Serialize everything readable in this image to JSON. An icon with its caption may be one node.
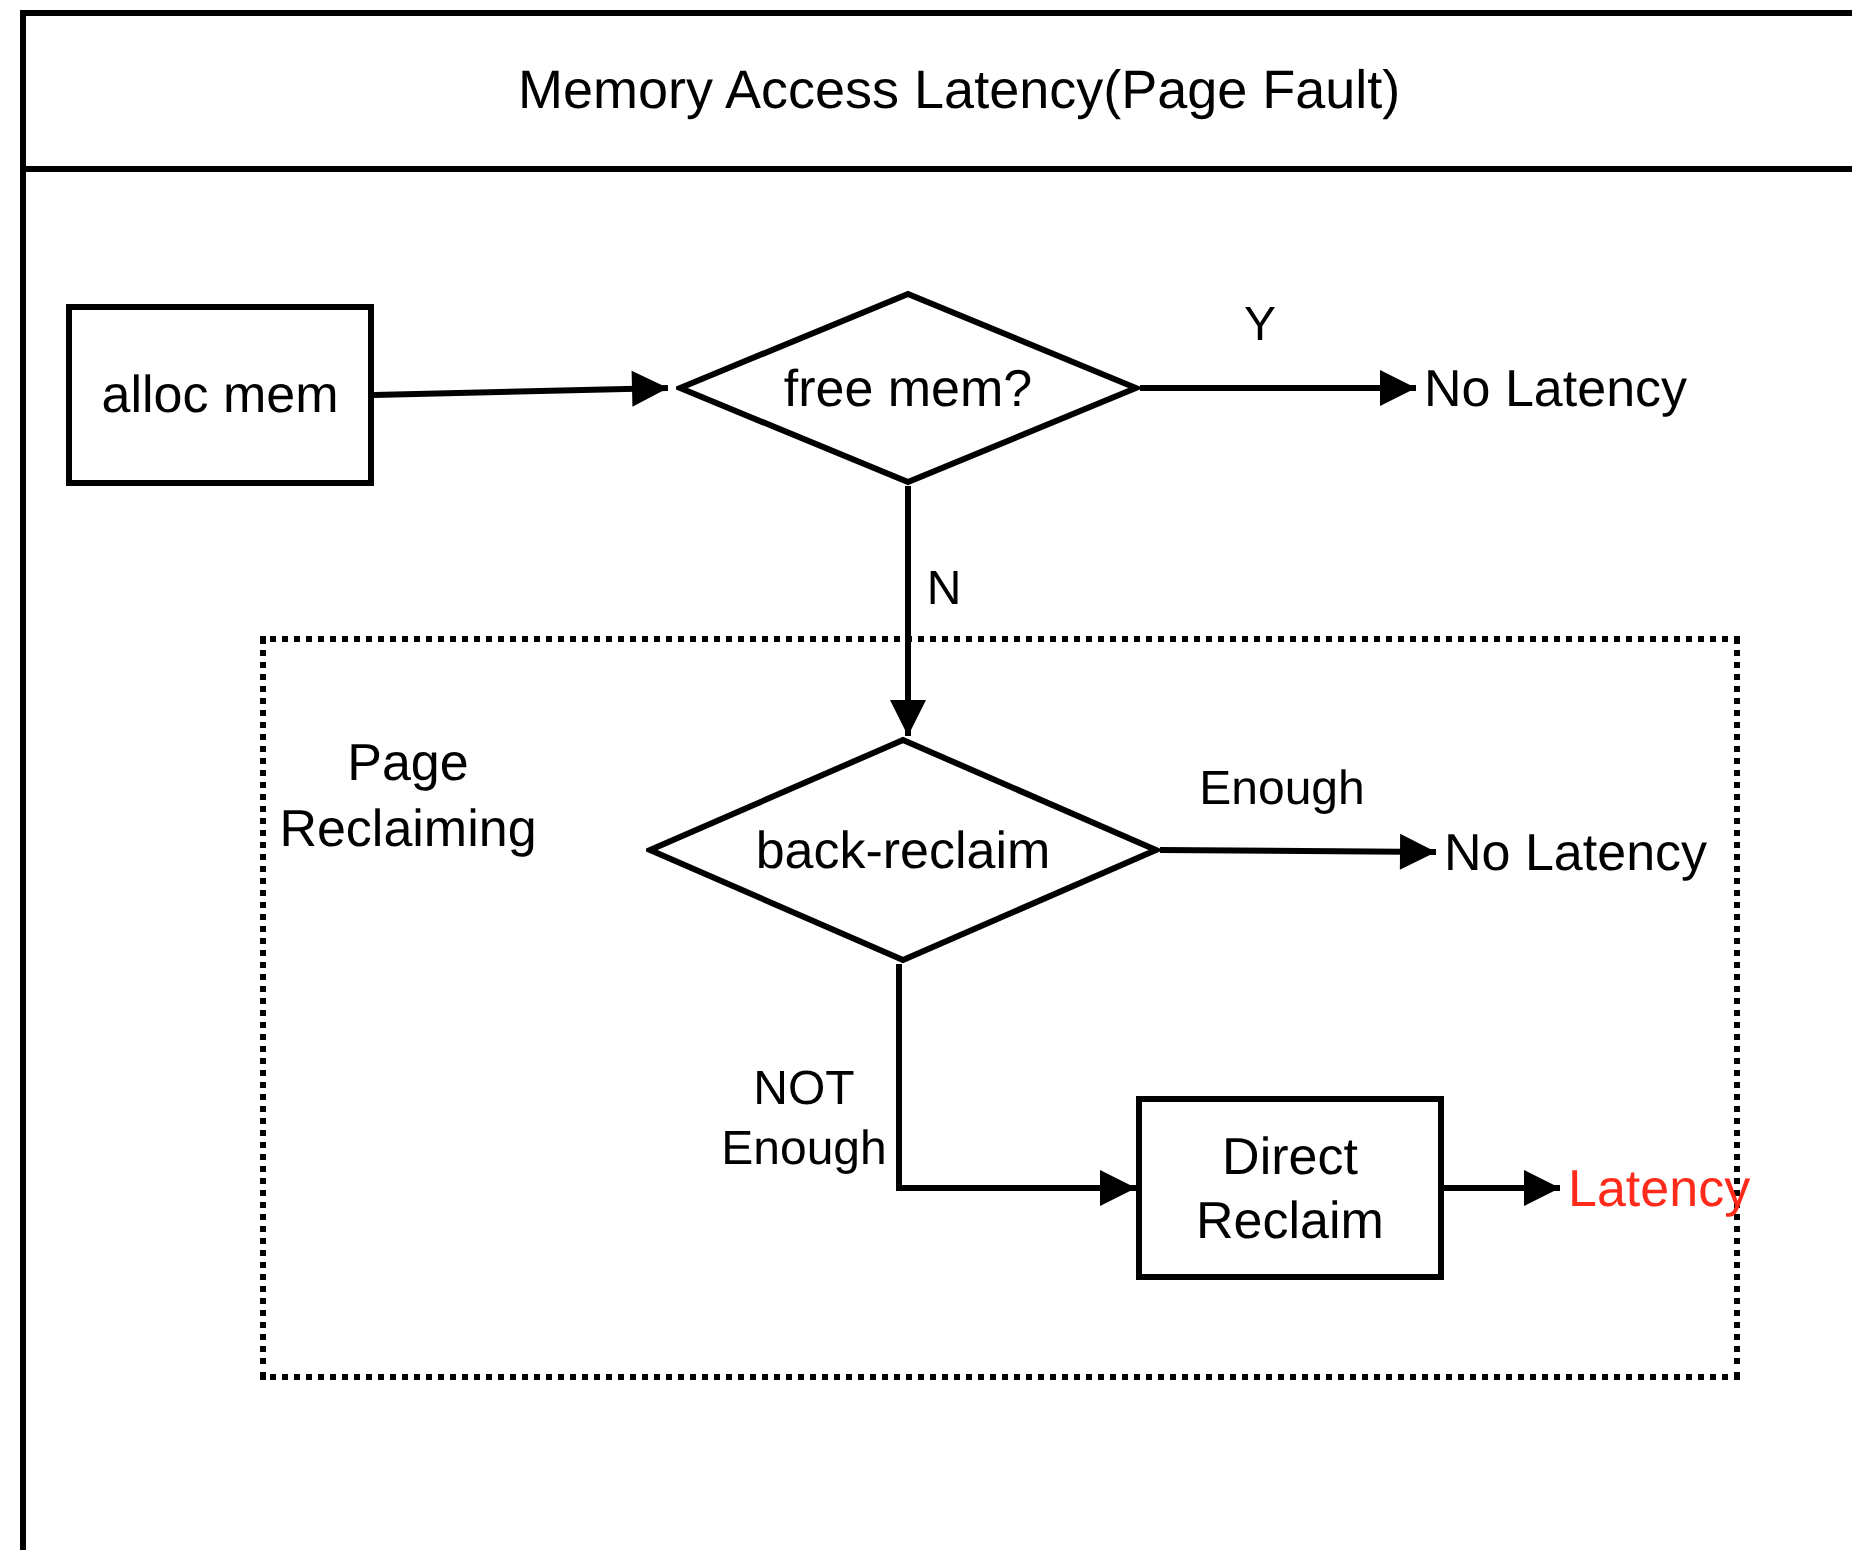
{
  "diagram": {
    "title": "Memory Access Latency(Page Fault)",
    "nodes": [
      {
        "text": [
          "alloc mem"
        ]
      },
      {
        "text": [
          "free mem?"
        ]
      },
      {
        "text": [
          "No Latency"
        ]
      },
      {
        "text": [
          "Page Reclaiming"
        ]
      },
      {
        "text": [
          "back-reclaim"
        ],
        "in": 3
      },
      {
        "text": [
          "No Latency"
        ],
        "in": 3
      },
      {
        "text": [
          "Direct Reclaim"
        ],
        "in": 3
      },
      {
        "text": [
          "Latency"
        ],
        "in": 3
      }
    ],
    "edges": [
      {
        "from": 0,
        "to": 1,
        "arrow": "to"
      },
      {
        "from": 1,
        "to": 2,
        "arrow": "to",
        "label": "Y"
      },
      {
        "from": 1,
        "to": 4,
        "arrow": "to",
        "label": "N"
      },
      {
        "from": 4,
        "to": 5,
        "arrow": "to",
        "label": "Enough"
      },
      {
        "from": 4,
        "to": 6,
        "arrow": "to",
        "label": "NOT Enough"
      },
      {
        "from": 6,
        "to": 7,
        "arrow": "to"
      }
    ]
  }
}
